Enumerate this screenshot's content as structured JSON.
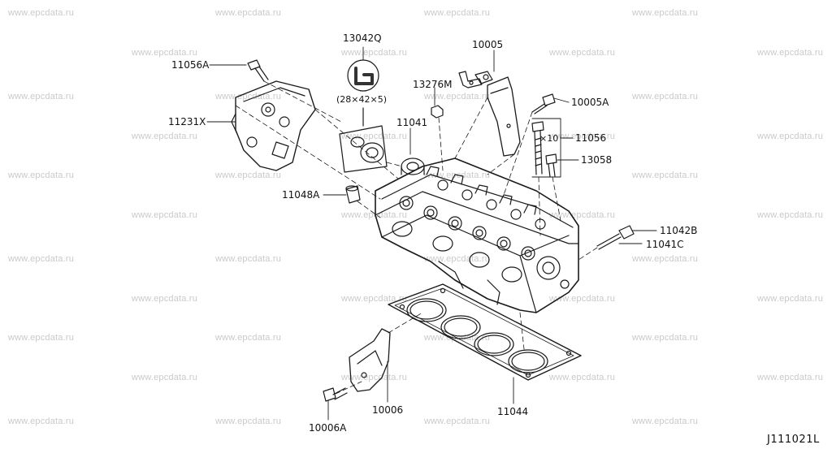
{
  "watermark": "www.epcdata.ru",
  "diagram_code": "J111021L",
  "seal_note": "(28×42×5)",
  "bolt_count": "×10",
  "parts": {
    "p13042Q": "13042Q",
    "p10005": "10005",
    "p11056A": "11056A",
    "p13276M": "13276M",
    "p10005A": "10005A",
    "p11231X": "11231X",
    "p11041": "11041",
    "p11056": "11056",
    "p13058": "13058",
    "p11048A": "11048A",
    "p11042B": "11042B",
    "p11041C": "11041C",
    "p10006": "10006",
    "p11044": "11044",
    "p10006A": "10006A"
  }
}
